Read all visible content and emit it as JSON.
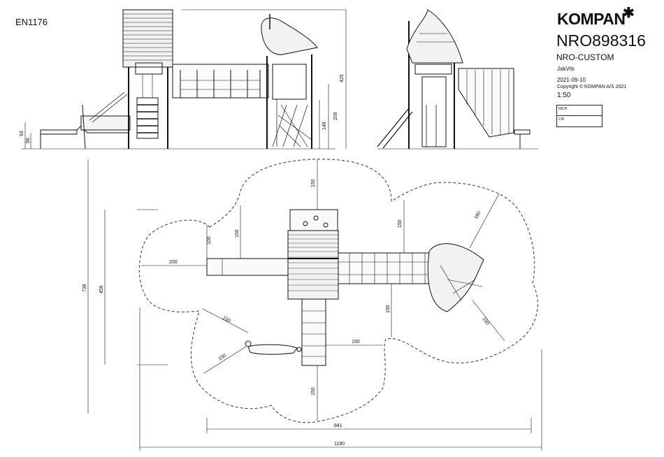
{
  "drawing": {
    "standard": "EN1176",
    "brand": "KOMPAN",
    "product_code": "NRO898316",
    "model": "NRO-CUSTOM",
    "designer": "JakVrb",
    "date": "2021-09-10",
    "copyright": "Copyright © KOMPAN A/S 2021",
    "scale": "1:50",
    "ruler_units": [
      "INCH",
      "CM"
    ]
  },
  "elevation_dims": {
    "slide_height_outer": "93",
    "slide_height_inner": "58",
    "platform_height": "148",
    "net_height": "209",
    "total_height": "425"
  },
  "plan_dims": {
    "top_clearance": "150",
    "left_upper": "150",
    "left_inner": "100",
    "slide_run": "200",
    "bridge_top": "150",
    "bridge_bottom": "150",
    "right_diag_top": "180",
    "right_diag_bottom": "190",
    "swing_diag_upper": "150",
    "swing_diag_lower": "150",
    "swing_right": "150",
    "bottom_clearance": "150",
    "height_inner": "456",
    "height_outer": "738",
    "width_inner": "841",
    "width_outer": "1190"
  },
  "colors": {
    "line": "#111111",
    "dash": "#333333",
    "fill": "#f4f4f4"
  }
}
